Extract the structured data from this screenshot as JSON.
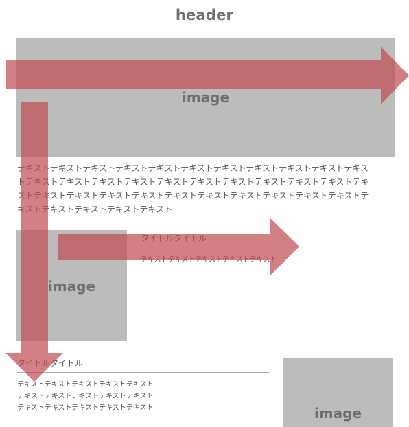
{
  "header": {
    "title": "header"
  },
  "main_image": {
    "label": "image"
  },
  "body_text": "テキストテキストテキストテキストテキストテキストテキストテキストテキストテキストテキストテキストテキストテキストテキストテキストテキストテキストテキストテキストテキストテキストテキストテキストテキストテキストテキストテキストテキストテキストテキストテキストテキストテキストテキストテキストテキスト",
  "card_1": {
    "image_label": "image",
    "title": "タイトルタイトル",
    "text": "テキストテキストテキストテキストテキスト"
  },
  "card_2": {
    "image_label": "image",
    "title": "タイトルタイトル",
    "text_lines": [
      "テキストテキストテキストテキストテキスト",
      "テキストテキストテキストテキストテキスト",
      "テキストテキストテキストテキストテキスト"
    ]
  },
  "colors": {
    "arrow_fill": "#c04a50",
    "image_box": "#bcbcbc",
    "text": "#555555"
  }
}
